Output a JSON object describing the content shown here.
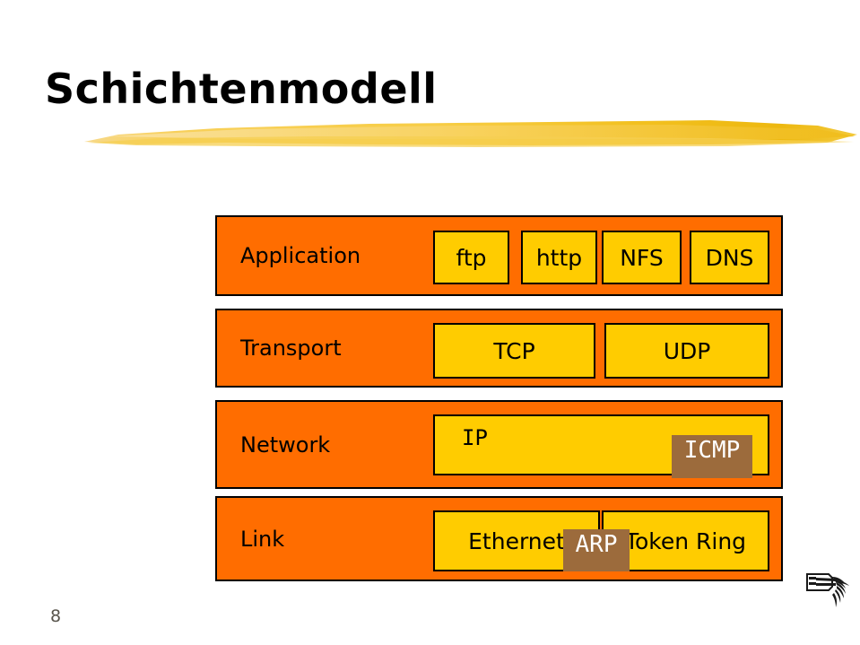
{
  "slide": {
    "title": "Schichtenmodell",
    "page_number": "8",
    "decoration": {
      "brush_stroke": "yellow-brush-stroke",
      "footer_icon": "pointing-hand-icon"
    }
  },
  "colors": {
    "layer_bar": "#ff6d00",
    "protocol_box": "#ffcc00",
    "aux_box": "#9c6b3c",
    "brush": "#f5c431",
    "title_text": "#000000",
    "page_number_text": "#58544c"
  },
  "diagram": {
    "name": "tcp-ip-layer-model",
    "layers": [
      {
        "name": "Application",
        "protocols": [
          {
            "label": "ftp"
          },
          {
            "label": "http"
          },
          {
            "label": "NFS"
          },
          {
            "label": "DNS"
          }
        ],
        "aux": []
      },
      {
        "name": "Transport",
        "protocols": [
          {
            "label": "TCP"
          },
          {
            "label": "UDP"
          }
        ],
        "aux": []
      },
      {
        "name": "Network",
        "protocols": [
          {
            "label": "IP"
          }
        ],
        "aux": [
          {
            "label": "ICMP"
          }
        ]
      },
      {
        "name": "Link",
        "protocols": [
          {
            "label": "Ethernet"
          },
          {
            "label": "Token Ring"
          }
        ],
        "aux": [
          {
            "label": "ARP"
          }
        ]
      }
    ]
  }
}
